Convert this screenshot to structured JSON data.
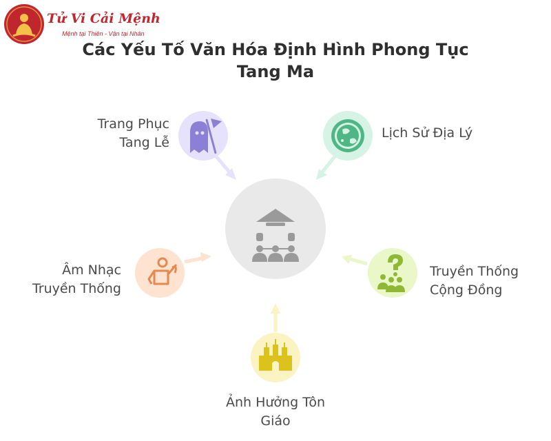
{
  "logo": {
    "name": "Tử Vi Cải Mệnh",
    "tagline": "Mệnh tại Thiên - Vận tại Nhân"
  },
  "title": {
    "line1": "Các Yếu Tố Văn Hóa Định Hình Phong Tục",
    "line2": "Tang Ma"
  },
  "nodes": {
    "trang_phuc": {
      "line1": "Trang Phục",
      "line2": "Tang Lễ",
      "color": "#e7e2fb",
      "icon_color": "#8b7fd6",
      "icon": "ghost-flag-icon"
    },
    "lich_su": {
      "line1": "Lịch Sử Địa Lý",
      "color": "#d7f3e5",
      "icon_color": "#4fb785",
      "icon": "globe-icon"
    },
    "am_nhac": {
      "line1": "Âm Nhạc",
      "line2": "Truyền Thống",
      "color": "#fde3d0",
      "icon_color": "#e58a4f",
      "icon": "musician-icon"
    },
    "truyen_thong": {
      "line1": "Truyền Thống",
      "line2": "Cộng Đồng",
      "color": "#eaf7c8",
      "icon_color": "#8fb935",
      "icon": "community-question-icon"
    },
    "ton_giao": {
      "line1": "Ảnh Hưởng Tôn",
      "line2": "Giáo",
      "color": "#fbf3c2",
      "icon_color": "#dbc21d",
      "icon": "temple-icon"
    },
    "center": {
      "color": "#e9e9e9",
      "icon_color": "#9a9a9a",
      "icon": "community-pagoda-icon"
    }
  }
}
